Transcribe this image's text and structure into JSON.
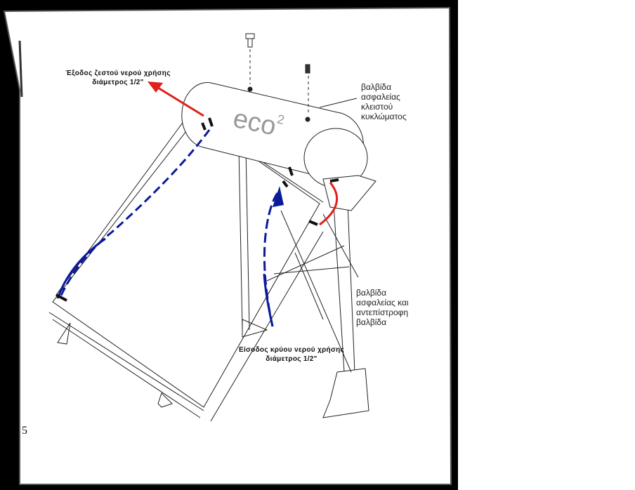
{
  "diagram": {
    "brand_logo": "eco2",
    "labels": {
      "hot_outlet": [
        "Έξοδος ζεστού νερού χρήσης",
        "διάμετρος 1/2\""
      ],
      "cold_inlet": [
        "Είσοδος κρύου νερού χρήσης",
        "διάμετρος 1/2\""
      ],
      "closed_circuit_valve": [
        "βαλβίδα",
        "ασφαλείας",
        "κλειστού",
        "κυκλώματος"
      ],
      "safety_check_valve": [
        "βαλβίδα",
        "ασφαλείας και",
        "αντεπίστροφη",
        "βαλβίδα"
      ]
    },
    "page_number": "5",
    "colors": {
      "hot": "#e0201a",
      "cold": "#0a1a9a",
      "scan_border": "#000000"
    }
  }
}
